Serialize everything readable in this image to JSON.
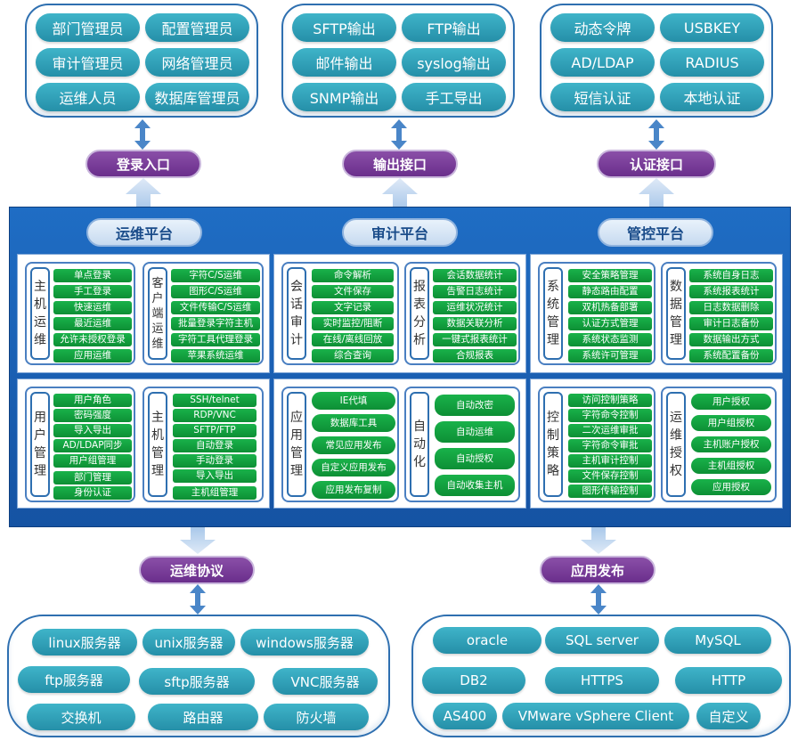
{
  "top": {
    "login_roles": [
      "部门管理员",
      "配置管理员",
      "审计管理员",
      "网络管理员",
      "运维人员",
      "数据库管理员"
    ],
    "outputs": [
      "SFTP输出",
      "FTP输出",
      "邮件输出",
      "syslog输出",
      "SNMP输出",
      "手工导出"
    ],
    "auth_methods": [
      "动态令牌",
      "USBKEY",
      "AD/LDAP",
      "RADIUS",
      "短信认证",
      "本地认证"
    ]
  },
  "interfaces": {
    "login": "登录入口",
    "output": "输出接口",
    "auth": "认证接口",
    "protocol": "运维协议",
    "app_publish": "应用发布"
  },
  "platforms": {
    "ops": "运维平台",
    "audit": "审计平台",
    "control": "管控平台"
  },
  "modules": {
    "host_ops": {
      "label": "主机运维",
      "items": [
        "单点登录",
        "手工登录",
        "快速运维",
        "最近运维",
        "允许未授权登录",
        "应用运维"
      ]
    },
    "client_ops": {
      "label": "客户端运维",
      "items": [
        "字符C/S运维",
        "图形C/S运维",
        "文件传输C/S运维",
        "批量登录字符主机",
        "字符工具代理登录",
        "苹果系统运维"
      ]
    },
    "session_audit": {
      "label": "会话审计",
      "items": [
        "命令解析",
        "文件保存",
        "文字记录",
        "实时监控/阻断",
        "在线/离线回放",
        "综合查询"
      ]
    },
    "report": {
      "label": "报表分析",
      "items": [
        "会话数据统计",
        "告警日志统计",
        "运维状况统计",
        "数据关联分析",
        "一键式报表统计",
        "合规报表"
      ]
    },
    "sys_mgmt": {
      "label": "系统管理",
      "items": [
        "安全策略管理",
        "静态路由配置",
        "双机热备部署",
        "认证方式管理",
        "系统状态监测",
        "系统许可管理"
      ]
    },
    "data_mgmt": {
      "label": "数据管理",
      "items": [
        "系统自身日志",
        "系统报表统计",
        "日志数据删除",
        "审计日志备份",
        "数据输出方式",
        "系统配置备份"
      ]
    },
    "user_mgmt": {
      "label": "用户管理",
      "items": [
        "用户角色",
        "密码强度",
        "导入导出",
        "AD/LDAP同步",
        "用户组管理",
        "部门管理",
        "身份认证"
      ]
    },
    "host_mgmt": {
      "label": "主机管理",
      "items": [
        "SSH/telnet",
        "RDP/VNC",
        "SFTP/FTP",
        "自动登录",
        "手动登录",
        "导入导出",
        "主机组管理"
      ]
    },
    "app_mgmt": {
      "label": "应用管理",
      "items": [
        "IE代填",
        "数据库工具",
        "常见应用发布",
        "自定义应用发布",
        "应用发布复制"
      ]
    },
    "automation": {
      "label": "自动化",
      "items": [
        "自动改密",
        "自动运维",
        "自动授权",
        "自动收集主机"
      ]
    },
    "ctrl_policy": {
      "label": "控制策略",
      "items": [
        "访问控制策略",
        "字符命令控制",
        "二次运维审批",
        "字符命令审批",
        "主机审计控制",
        "文件保存控制",
        "图形传输控制"
      ]
    },
    "ops_auth": {
      "label": "运维授权",
      "items": [
        "用户授权",
        "用户组授权",
        "主机账户授权",
        "主机组授权",
        "应用授权"
      ]
    }
  },
  "bottom": {
    "protocol_targets": [
      "linux服务器",
      "unix服务器",
      "windows服务器",
      "ftp服务器",
      "sftp服务器",
      "VNC服务器",
      "交换机",
      "路由器",
      "防火墙"
    ],
    "apps": [
      "oracle",
      "SQL server",
      "MySQL",
      "DB2",
      "HTTPS",
      "HTTP",
      "AS400",
      "VMware vSphere Client",
      "自定义"
    ]
  },
  "colors": {
    "pill": "#2fa3ba",
    "band": "#1a61b5",
    "interface": "#7a3d9a",
    "green_item": "#12a241",
    "border": "#2e6fb0"
  }
}
